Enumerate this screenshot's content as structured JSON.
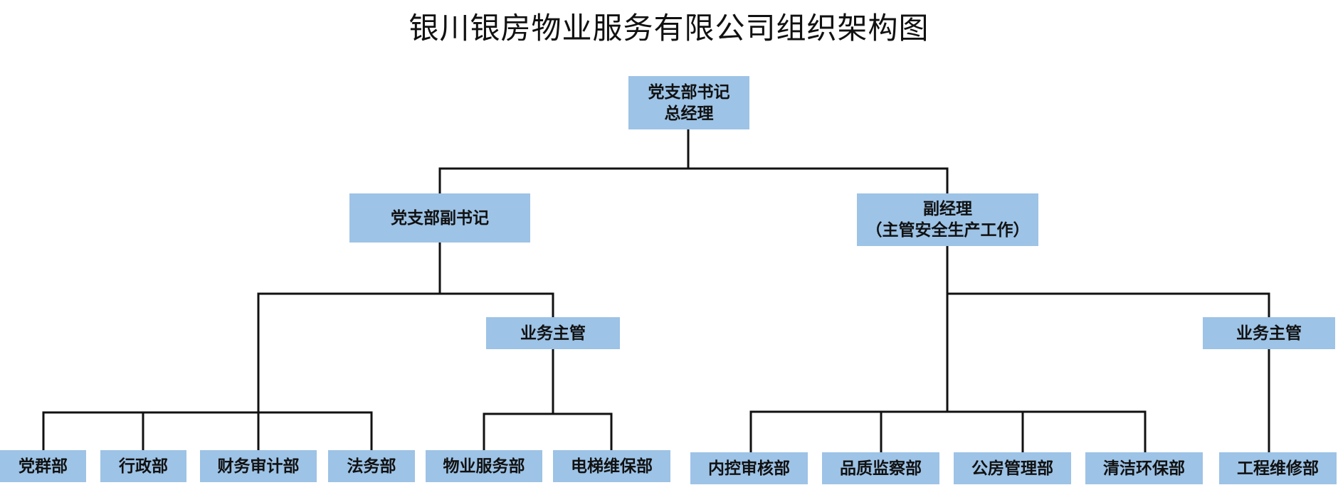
{
  "title": "银川银房物业服务有限公司组织架构图",
  "colors": {
    "box_fill": "#9dc3e6",
    "line": "#111111",
    "text": "#111111"
  },
  "nodes": {
    "top": {
      "line1": "党支部书记",
      "line2": "总经理"
    },
    "deputy_secretary": {
      "label": "党支部副书记"
    },
    "deputy_manager": {
      "line1": "副经理",
      "line2": "（主管安全生产工作）"
    },
    "business_supervisor_left": {
      "label": "业务主管"
    },
    "business_supervisor_right": {
      "label": "业务主管"
    },
    "departments": [
      {
        "label": "党群部"
      },
      {
        "label": "行政部"
      },
      {
        "label": "财务审计部"
      },
      {
        "label": "法务部"
      },
      {
        "label": "物业服务部"
      },
      {
        "label": "电梯维保部"
      },
      {
        "label": "内控审核部"
      },
      {
        "label": "品质监察部"
      },
      {
        "label": "公房管理部"
      },
      {
        "label": "清洁环保部"
      },
      {
        "label": "工程维修部"
      }
    ]
  }
}
